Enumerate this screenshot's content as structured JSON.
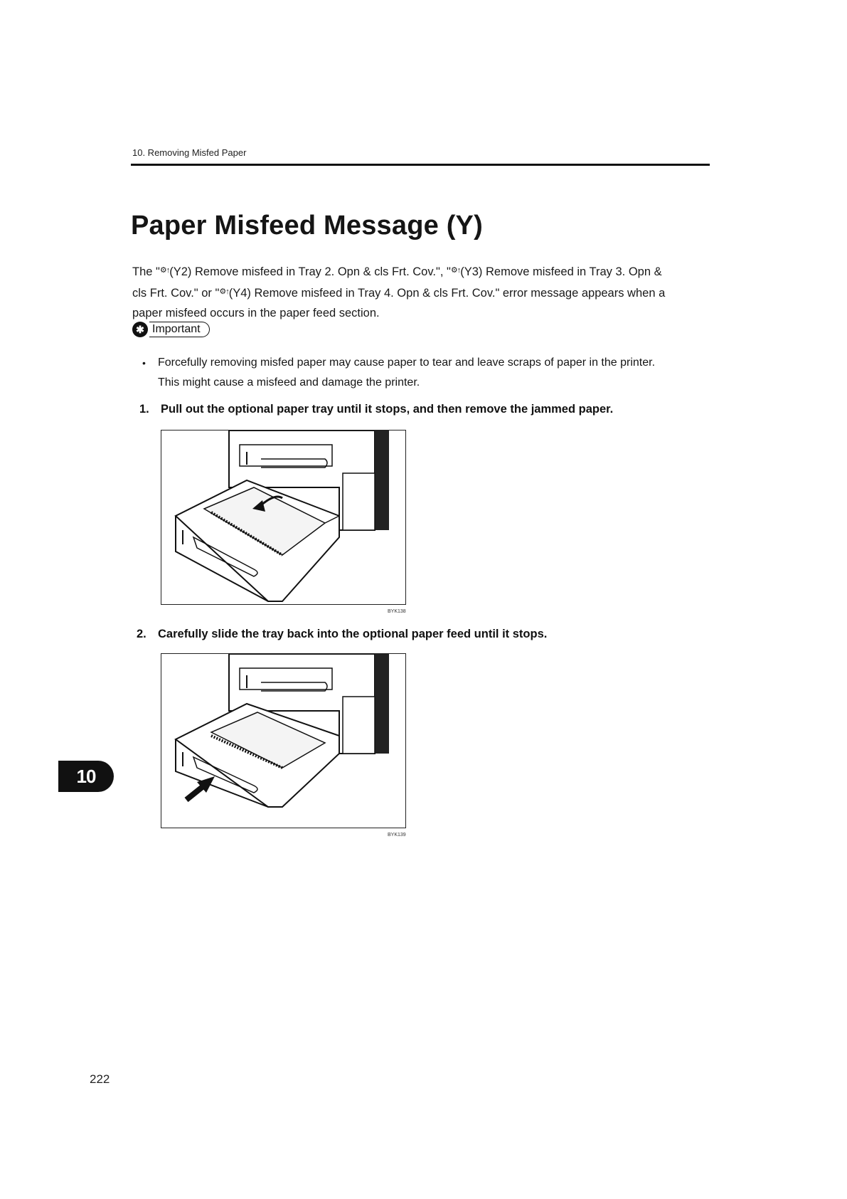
{
  "running_head": "10. Removing Misfed Paper",
  "title": "Paper Misfeed Message (Y)",
  "intro": {
    "line1_a": "The \"",
    "sym1": "⚙↑",
    "line1_b": "(Y2) Remove misfeed in Tray 2. Opn & cls Frt. Cov.\", \"",
    "sym2": "⚙↑",
    "line1_c": "(Y3) Remove misfeed in Tray 3. Opn &",
    "line2_a": "cls Frt. Cov.\" or \"",
    "sym3": "⚙↑",
    "line2_b": "(Y4) Remove misfeed in Tray 4. Opn & cls Frt. Cov.\" error message appears when a",
    "line3": "paper misfeed occurs in the paper feed section."
  },
  "important": {
    "icon": "important-icon",
    "label": "Important"
  },
  "bullet": {
    "line1": "Forcefully removing misfed paper may cause paper to tear and leave scraps of paper in the printer.",
    "line2": "This might cause a misfeed and damage the printer."
  },
  "steps": [
    {
      "num": "1.",
      "text": "Pull out the optional paper tray until it stops, and then remove the jammed paper.",
      "figure_code": "BYK138"
    },
    {
      "num": "2.",
      "text": "Carefully slide the tray back into the optional paper feed until it stops.",
      "figure_code": "BYK139"
    }
  ],
  "chapter_tab": "10",
  "page_number": "222"
}
